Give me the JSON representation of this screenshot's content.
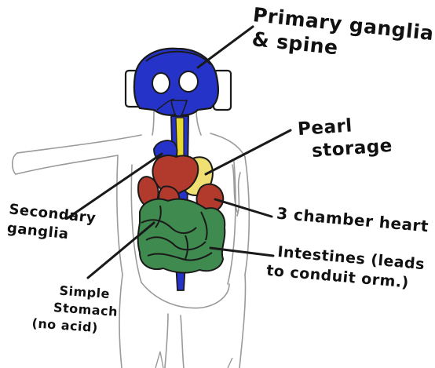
{
  "labels": {
    "primary_ganglia": [
      "Primary ganglia",
      "& spine"
    ],
    "pearl_storage": [
      "Pearl",
      "storage"
    ],
    "three_chamber_heart": "3 chamber heart",
    "secondary_ganglia": [
      "Secondary",
      "ganglia"
    ],
    "intestines": [
      "Intestines (leads",
      "to conduit orm.)"
    ],
    "simple_stomach": [
      "Simple",
      "Stomach",
      "(no acid)"
    ]
  },
  "colors": {
    "ganglia_blue": "#2533c9",
    "pearl_yellow": "#f0e074",
    "spine_yellow": "#e8d832",
    "heart_red": "#b13a2c",
    "intestine_green": "#3f8a4e",
    "outline": "#1a1a1a",
    "body_gray": "#9a9a9a"
  }
}
